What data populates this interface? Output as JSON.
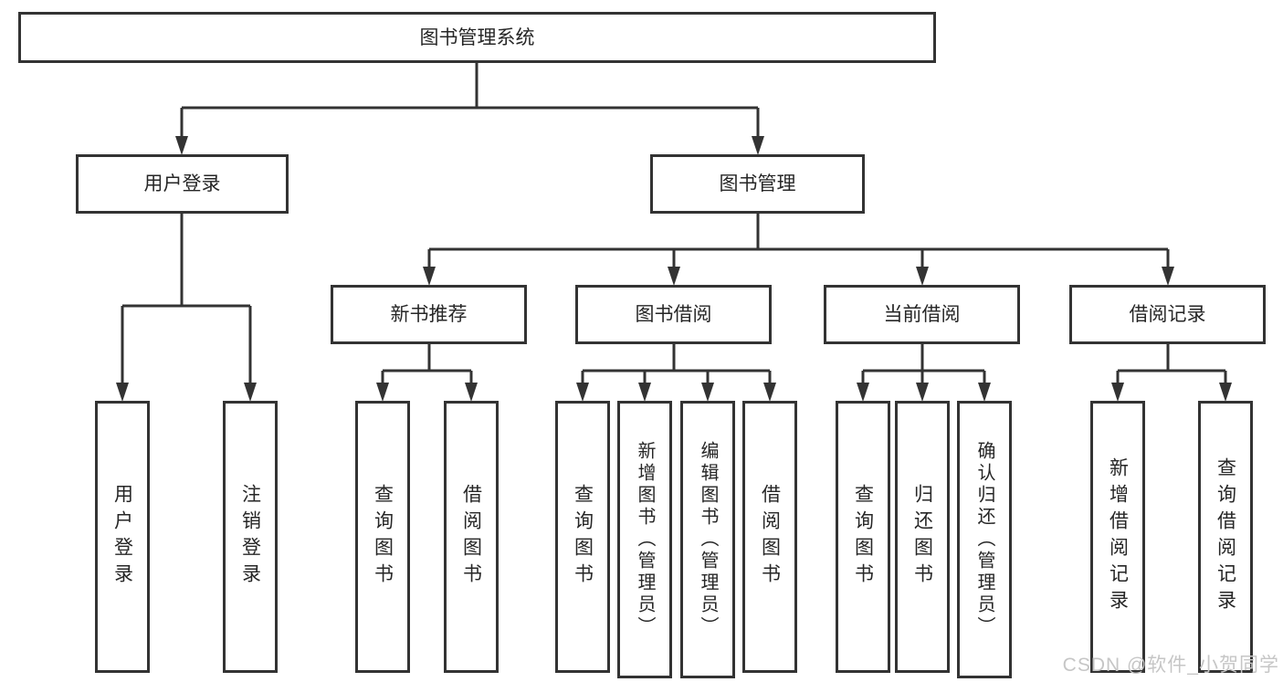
{
  "diagram": {
    "root": {
      "label": "图书管理系统"
    },
    "level2": [
      {
        "label": "用户登录"
      },
      {
        "label": "图书管理"
      }
    ],
    "level3": [
      {
        "label": "新书推荐"
      },
      {
        "label": "图书借阅"
      },
      {
        "label": "当前借阅"
      },
      {
        "label": "借阅记录"
      }
    ],
    "leaves": [
      {
        "label": "用户登录",
        "parent": "用户登录"
      },
      {
        "label": "注销登录",
        "parent": "用户登录"
      },
      {
        "label": "查询图书",
        "parent": "新书推荐"
      },
      {
        "label": "借阅图书",
        "parent": "新书推荐"
      },
      {
        "label": "查询图书",
        "parent": "图书借阅"
      },
      {
        "label": "新增图书（管理员）",
        "parent": "图书借阅"
      },
      {
        "label": "编辑图书（管理员）",
        "parent": "图书借阅"
      },
      {
        "label": "借阅图书",
        "parent": "图书借阅"
      },
      {
        "label": "查询图书",
        "parent": "当前借阅"
      },
      {
        "label": "归还图书",
        "parent": "当前借阅"
      },
      {
        "label": "确认归还（管理员）",
        "parent": "当前借阅"
      },
      {
        "label": "新增借阅记录",
        "parent": "借阅记录"
      },
      {
        "label": "查询借阅记录",
        "parent": "借阅记录"
      }
    ],
    "colors": {
      "line": "#333333",
      "box_border": "#333333",
      "box_fill": "#ffffff",
      "text": "#262626"
    }
  },
  "watermark": {
    "text": "CSDN @软件_小贺同学",
    "color": "#c6c6c6"
  }
}
